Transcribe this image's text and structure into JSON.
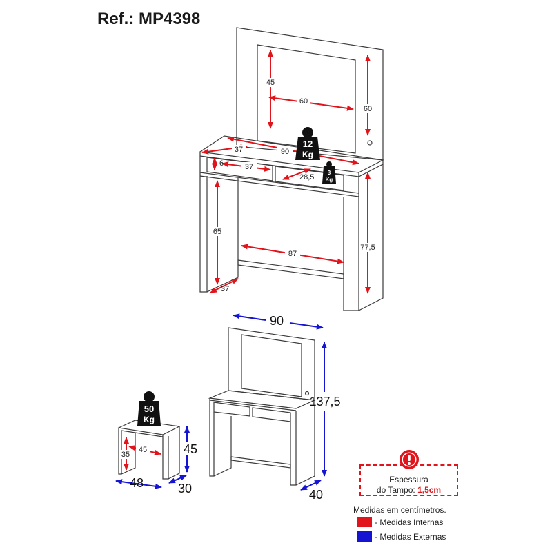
{
  "title": "Ref.: MP4398",
  "mirror_dims": {
    "height": "45",
    "width": "60",
    "panel_height": "60"
  },
  "top_dims": {
    "depth": "37",
    "width": "90"
  },
  "drawer_dims": {
    "height": "6",
    "width": "37",
    "depth": "28,5"
  },
  "body_dims": {
    "leg_height": "65",
    "inner_width": "87",
    "total_height": "77,5",
    "base_depth": "37"
  },
  "weights": {
    "top": {
      "value": "12",
      "unit": "Kg"
    },
    "drawer": {
      "value": "3",
      "unit": "Kg"
    },
    "stool": {
      "value": "50",
      "unit": "Kg"
    }
  },
  "external_dims": {
    "width": "90",
    "height": "137,5",
    "depth": "40"
  },
  "stool_dims": {
    "width": "48",
    "depth": "30",
    "height": "45",
    "inner_height": "35",
    "inner_width": "45"
  },
  "notice": {
    "line1": "Espessura",
    "line2_prefix": "do Tampo: ",
    "line2_value": "1,5cm"
  },
  "legend": {
    "title": "Medidas em centímetros.",
    "items": [
      {
        "label": "- Medidas Internas",
        "color": "#e0141a"
      },
      {
        "label": "- Medidas Externas",
        "color": "#1414d2"
      }
    ]
  },
  "colors": {
    "internal": "#e0141a",
    "external": "#1414d2",
    "outline": "#3a3a3a"
  }
}
